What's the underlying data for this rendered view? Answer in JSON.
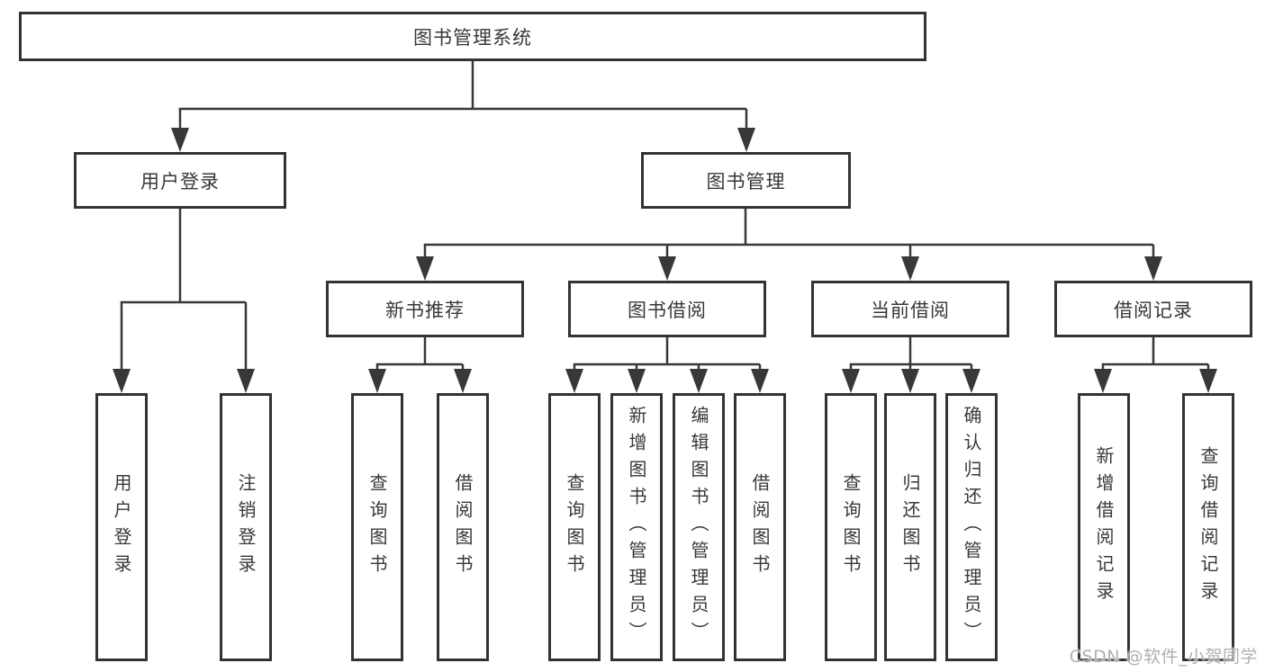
{
  "tree": {
    "root": "图书管理系统",
    "branches": [
      {
        "label": "用户登录",
        "children": [
          "用户登录",
          "注销登录"
        ]
      },
      {
        "label": "图书管理",
        "sections": [
          {
            "label": "新书推荐",
            "children": [
              "查询图书",
              "借阅图书"
            ]
          },
          {
            "label": "图书借阅",
            "children": [
              "查询图书",
              "新增图书（管理员）",
              "编辑图书（管理员）",
              "借阅图书"
            ]
          },
          {
            "label": "当前借阅",
            "children": [
              "查询图书",
              "归还图书",
              "确认归还（管理员）"
            ]
          },
          {
            "label": "借阅记录",
            "children": [
              "新增借阅记录",
              "查询借阅记录"
            ]
          }
        ]
      }
    ]
  },
  "watermark": "CSDN @软件_小贺同学",
  "colors": {
    "line": "#383838",
    "box_border": "#333333",
    "box_background": "#ffffff",
    "text": "#383838",
    "watermark": "#b0b0b0"
  }
}
